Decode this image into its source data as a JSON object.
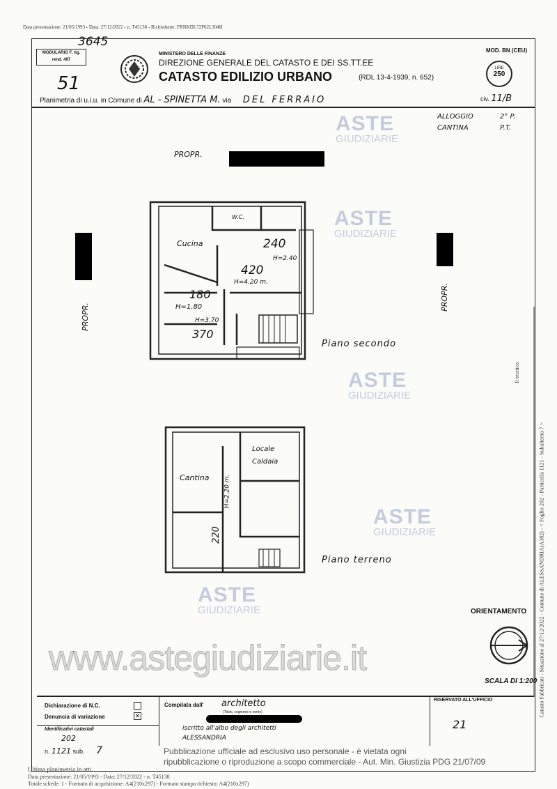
{
  "top_line": "Data presentazione: 21/05/1993 - Data: 27/12/2022 - n. T45138 - Richiedente: FRNKDL72P62L304H",
  "header": {
    "handwritten_number": "3645",
    "model_box": "MODULARIO F. rig. rend. 497",
    "sheet_number": "51",
    "ministry": "MINISTERO DELLE FINANZE",
    "direction": "DIREZIONE GENERALE DEL CATASTO E DEI SS.TT.EE",
    "title": "CATASTO EDILIZIO URBANO",
    "law_ref": "(RDL 13-4-1939, n. 652)",
    "mod": "MOD. BN (CEU)",
    "stamp_top": "LIRE",
    "stamp_value": "250",
    "planimetria_label": "Planimetria di u.i.u. in Comune di",
    "comune": "AL - SPINETTA M.",
    "via_label": "via",
    "via": "DEL FERRAIO",
    "civ_label": "civ.",
    "civ": "11/B"
  },
  "units": [
    {
      "name": "ALLOGGIO",
      "floor": "2° P."
    },
    {
      "name": "CANTINA",
      "floor": "P.T."
    }
  ],
  "plan": {
    "propr_top": "PROPR.",
    "propr_left": "PROPR.",
    "propr_right": "PROPR.",
    "second_floor": {
      "label": "Piano secondo",
      "rooms": [
        "Cucina",
        "W.C."
      ],
      "dims": [
        "240",
        "H=2.40",
        "420",
        "H=4.20 m.",
        "180",
        "H=1.80",
        "H=3.70",
        "370"
      ]
    },
    "ground_floor": {
      "label": "Piano terreno",
      "rooms": [
        "Cantina",
        "Locale Caldaia"
      ],
      "dims": [
        "H=2.20 m.",
        "220"
      ]
    },
    "orientation": "ORIENTAMENTO",
    "scale": "SCALA DI 1:200"
  },
  "side_note": "Catasto Fabbricati - Situazione al 27/12/2022 - Comune di ALESSANDRIA(A182) - < Foglio 202 - Particella 1121 - Subalterno 7 >",
  "side_note_small": "Il tecnico",
  "footer": {
    "dichiarazione": "Dichiarazione di N.C.",
    "denuncia": "Denuncia di variazione",
    "compilata": "Compilata dall'",
    "compiler_title": "architetto",
    "title_hint": "(Titolo, cognome e nome)",
    "iscritto": "iscritto all'albo degli architetti",
    "provincia": "ALESSANDRIA",
    "identificativi": "Identificativi catastali",
    "foglio": "202",
    "particella_label": "n.",
    "particella": "1121",
    "sub_label": "sub.",
    "sub": "7",
    "riservato": "RISERVATO ALL'UFFICIO",
    "office_mark": "21",
    "ultima": "Ultima planimetria in atti",
    "data_presentazione": "Data presentazione: 21/05/1993 - Data: 27/12/2022 - n. T45138",
    "totale": "Totale schede: 1 - Formato di acquisizione: A4(210x297) - Formato stampa richiesto: A4(210x297)",
    "disclaimer_1": "Pubblicazione ufficiale ad esclusivo uso personale - è vietata ogni",
    "disclaimer_2": "ripubblicazione o riproduzione a scopo commerciale - Aut. Min. Giustizia PDG 21/07/09"
  },
  "watermarks": {
    "aste": "ASTE",
    "giudiziarie": "GIUDIZIARIE",
    "site": "www.astegiudiziarie.it"
  }
}
